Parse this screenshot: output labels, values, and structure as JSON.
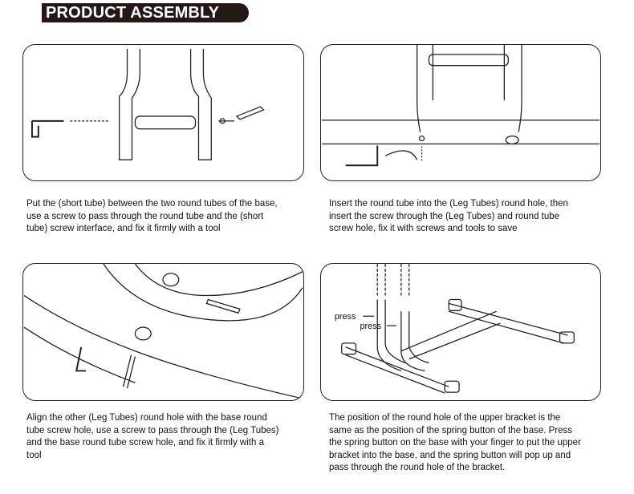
{
  "header": {
    "title": "PRODUCT ASSEMBLY"
  },
  "steps": [
    {
      "caption": [
        "Put the (short tube) between the two round tubes of the base,",
        "use a screw to pass through the round tube and the (short",
        "tube) screw interface, and fix it firmly with a tool"
      ]
    },
    {
      "caption": [
        "Insert the round tube into the (Leg Tubes) round hole, then",
        "insert the screw through the (Leg Tubes) and round tube",
        "screw hole, fix it with screws and tools to save"
      ]
    },
    {
      "caption": [
        "Align the other (Leg Tubes) round hole with the base round",
        "tube screw hole, use a screw to pass through the (Leg Tubes)",
        "and the base round tube screw hole, and fix it firmly with a",
        "tool"
      ]
    },
    {
      "caption": [
        "The position of the round hole of the upper bracket is the",
        "same as the position of the spring button of the base. Press",
        "the spring button on the base with your finger to put the upper",
        "bracket into the base, and the spring button will pop up and",
        "pass through the round hole of the bracket."
      ],
      "labels": [
        "press",
        "press"
      ]
    }
  ]
}
